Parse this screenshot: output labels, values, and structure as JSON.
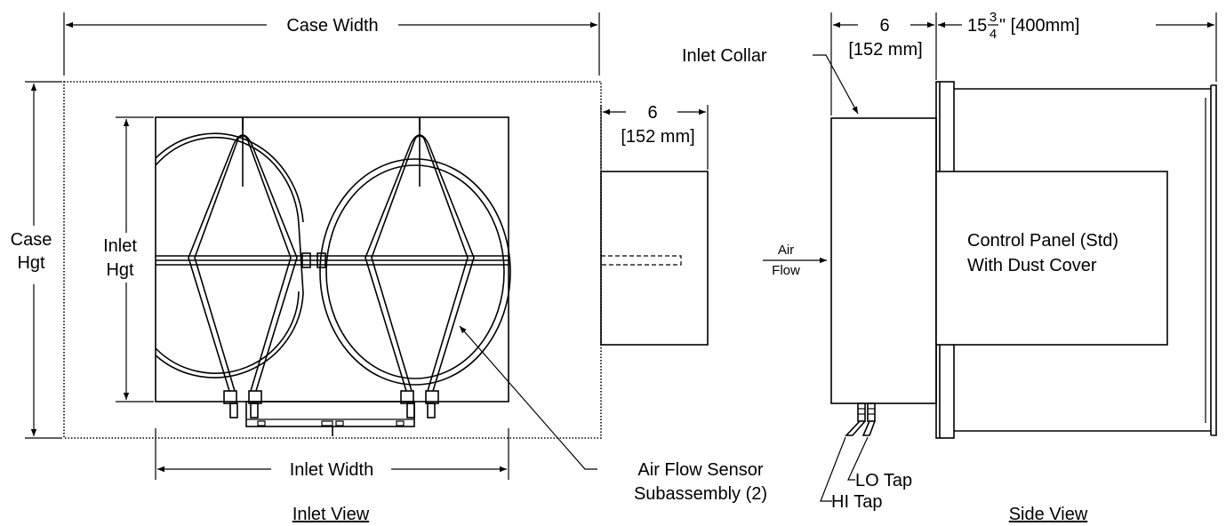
{
  "inlet_view": {
    "title": "Inlet View",
    "case_width_label": "Case Width",
    "case_height_label_line1": "Case",
    "case_height_label_line2": "Hgt",
    "inlet_height_label_line1": "Inlet",
    "inlet_height_label_line2": "Hgt",
    "inlet_width_label": "Inlet Width",
    "collar_dim_value": "6",
    "collar_dim_mm": "[152 mm]",
    "sensor_label_line1": "Air Flow Sensor",
    "sensor_label_line2": "Subassembly (2)"
  },
  "side_view": {
    "title": "Side View",
    "collar_dim_value": "6",
    "collar_dim_mm": "[152 mm]",
    "length_dim_whole": "15",
    "length_dim_num": "3",
    "length_dim_den": "4",
    "length_dim_rest": "\" [400mm]",
    "inlet_collar_label": "Inlet Collar",
    "air_label": "Air",
    "flow_label": "Flow",
    "panel_label_line1": "Control Panel (Std)",
    "panel_label_line2": "With Dust Cover",
    "lo_tap_label": "LO Tap",
    "hi_tap_label": "HI Tap"
  }
}
